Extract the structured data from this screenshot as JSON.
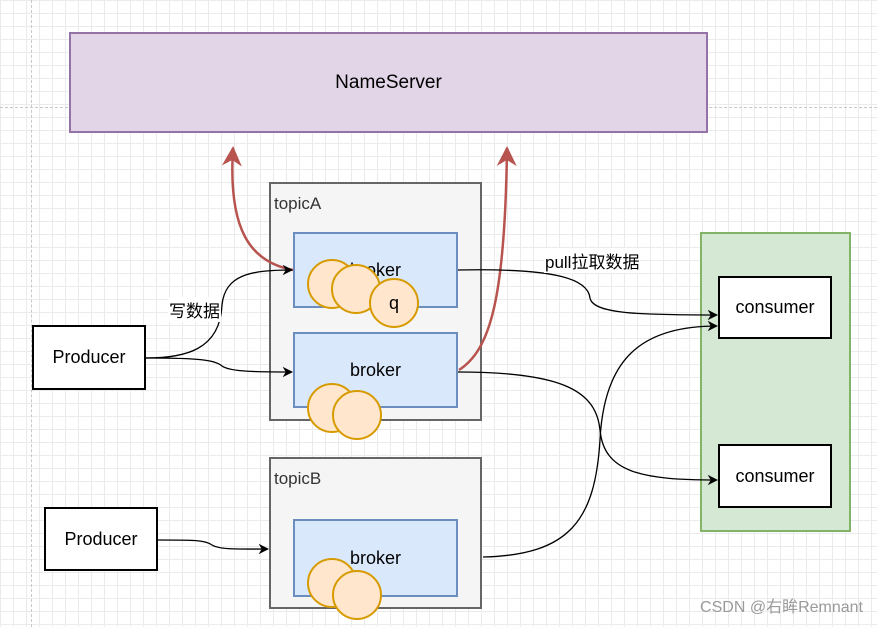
{
  "diagram": {
    "nameserver": "NameServer",
    "topics": [
      {
        "label": "topicA",
        "brokers": [
          "broker",
          "broker"
        ]
      },
      {
        "label": "topicB",
        "brokers": [
          "broker"
        ]
      }
    ],
    "queue_label": "q",
    "producers": [
      "Producer",
      "Producer"
    ],
    "consumers": [
      "consumer",
      "consumer"
    ],
    "edge_labels": {
      "write": "写数据",
      "pull": "pull拉取数据"
    },
    "colors": {
      "nameserver_fill": "#e1d5e7",
      "nameserver_border": "#9673a6",
      "topic_fill": "#f5f5f5",
      "topic_border": "#666666",
      "broker_fill": "#dae8fc",
      "broker_border": "#6c8ebf",
      "queue_fill": "#ffe6cc",
      "queue_border": "#d79b00",
      "consumer_group_fill": "#d5e8d4",
      "consumer_group_border": "#82b366",
      "register_arrow": "#b85450"
    }
  },
  "watermark": "CSDN @右眸Remnant"
}
